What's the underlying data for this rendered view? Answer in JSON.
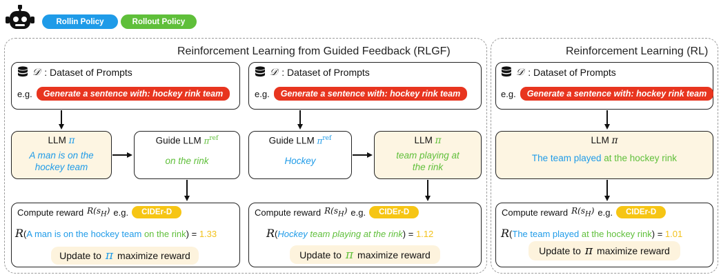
{
  "legend": {
    "rollin_label": "Rollin Policy",
    "rollin_color": "#1f9be8",
    "rollout_label": "Rollout Policy",
    "rollout_color": "#5fbf3a",
    "robot_icon": "robot-icon"
  },
  "common": {
    "dataset_symbol": "𝒟",
    "dataset_label": ": Dataset of Prompts",
    "eg": "e.g.",
    "prompt": "Generate a sentence with: hockey rink team",
    "pi": "π",
    "ref": "ref",
    "compute_reward": "Compute reward",
    "reward_expr": "R(s",
    "reward_sub": "H",
    "reward_close": ")",
    "metric": "CIDEr-D",
    "R": "R",
    "update_prefix": "Update to",
    "update_suffix": "maximize reward"
  },
  "rlgf": {
    "title": "Reinforcement Learning from Guided Feedback (RLGF)",
    "col1": {
      "llm_label": "LLM",
      "llm_output": "A man is on the hockey team",
      "guide_label": "Guide LLM",
      "guide_output": "on the rink",
      "reward_blue": "A man is on the hockey team",
      "reward_green": "on the rink",
      "reward_value": "1.33"
    },
    "col2": {
      "guide_label": "Guide LLM",
      "guide_output": "Hockey",
      "llm_label": "LLM",
      "llm_output": "team playing at the rink",
      "reward_blue": "Hockey",
      "reward_green": "team playing at the rink",
      "reward_value": "1.12"
    }
  },
  "rl": {
    "title": "Reinforcement Learning (RL)",
    "llm_label": "LLM",
    "output_blue": "The team played",
    "output_green": "at the hockey rink",
    "reward_blue": "The team played",
    "reward_green": "at the hockey rink",
    "reward_value": "1.01"
  }
}
